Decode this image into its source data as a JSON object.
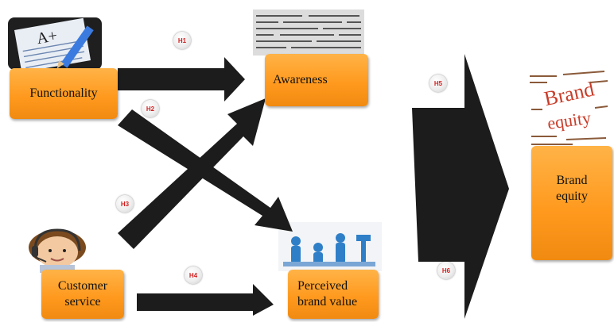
{
  "nodes": {
    "functionality": "Functionality",
    "awareness": "Awareness",
    "customer_service": "Customer\nservice",
    "perceived_brand_value": "Perceived\nbrand value",
    "brand_equity": "Brand\nequity"
  },
  "hypotheses": {
    "h1": "H1",
    "h2": "H2",
    "h3": "H3",
    "h4": "H4",
    "h5": "H5",
    "h6": "H6"
  },
  "images": {
    "functionality": "a-plus-paper-pencil-icon",
    "awareness": "word-cloud-icon",
    "customer_service": "support-agent-headset-icon",
    "perceived_brand_value": "teamwork-figures-icon",
    "brand_equity": "brand-equity-word-cloud-icon"
  },
  "colors": {
    "box_fill": "#ff9a1f",
    "arrow_fill": "#1c1c1c",
    "hypothesis_text": "#d21f1f"
  }
}
